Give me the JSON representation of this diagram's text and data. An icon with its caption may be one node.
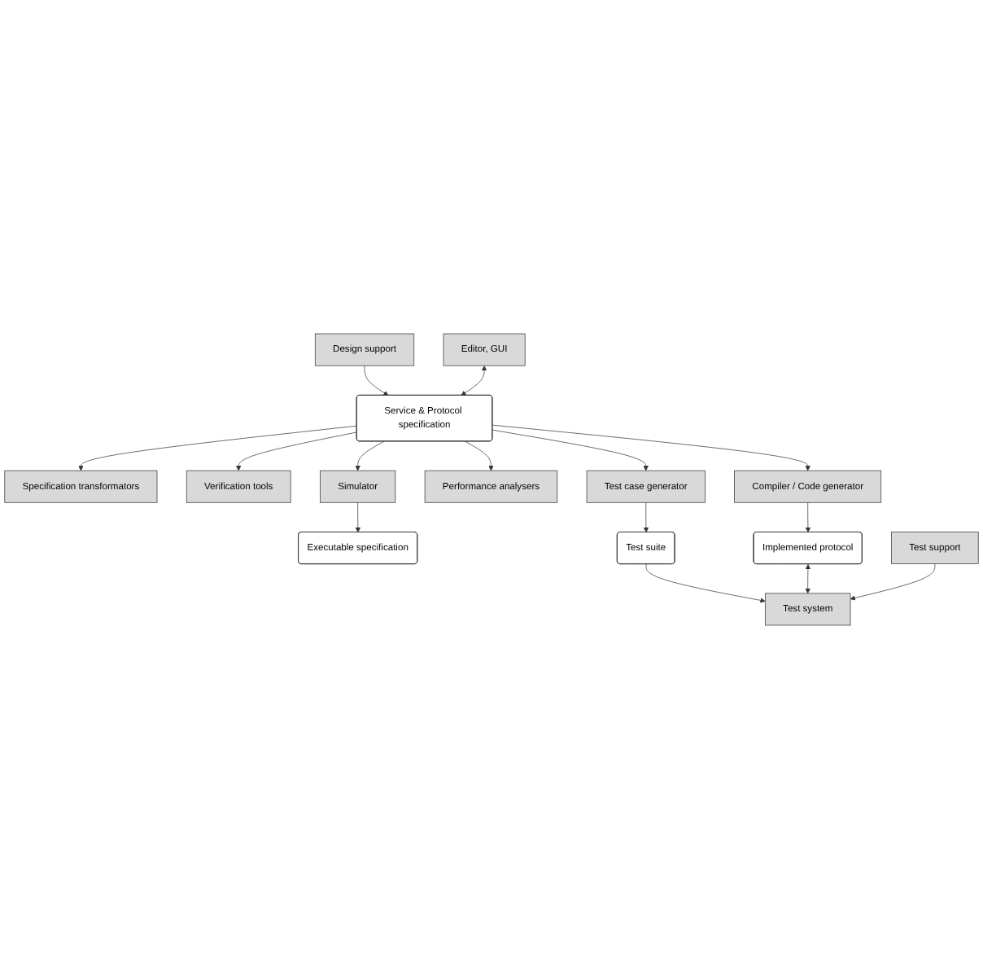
{
  "diagram": {
    "nodes": [
      {
        "text": [
          "Design support"
        ]
      },
      {
        "text": [
          "Editor, GUI"
        ]
      },
      {
        "text": [
          "Service & Protocol specification"
        ]
      },
      {
        "text": [
          "Specification transformators"
        ]
      },
      {
        "text": [
          "Verification tools"
        ]
      },
      {
        "text": [
          "Simulator"
        ]
      },
      {
        "text": [
          "Performance analysers"
        ]
      },
      {
        "text": [
          "Executable specification"
        ]
      },
      {
        "text": [
          "Test case generator"
        ]
      },
      {
        "text": [
          "Compiler / Code generator"
        ]
      },
      {
        "text": [
          "Test suite"
        ]
      },
      {
        "text": [
          "Implemented protocol"
        ]
      },
      {
        "text": [
          "Test system"
        ]
      },
      {
        "text": [
          "Test support"
        ]
      }
    ],
    "edges": [
      {
        "from": 0,
        "to": 2,
        "arrow": "to"
      },
      {
        "from": 1,
        "to": 2,
        "arrow": "both"
      },
      {
        "from": 2,
        "to": 3,
        "arrow": "to"
      },
      {
        "from": 2,
        "to": 5,
        "arrow": "to"
      },
      {
        "from": 2,
        "to": 4,
        "arrow": "to"
      },
      {
        "from": 2,
        "to": 6,
        "arrow": "to"
      },
      {
        "from": 2,
        "to": 8,
        "arrow": "to"
      },
      {
        "from": 2,
        "to": 9,
        "arrow": "to"
      },
      {
        "from": 5,
        "to": 7,
        "arrow": "to"
      },
      {
        "from": 8,
        "to": 10,
        "arrow": "to"
      },
      {
        "from": 9,
        "to": 11,
        "arrow": "to"
      },
      {
        "from": 10,
        "to": 12,
        "arrow": "to"
      },
      {
        "from": 11,
        "to": 12,
        "arrow": "both"
      },
      {
        "from": 13,
        "to": 12,
        "arrow": "to"
      }
    ]
  }
}
